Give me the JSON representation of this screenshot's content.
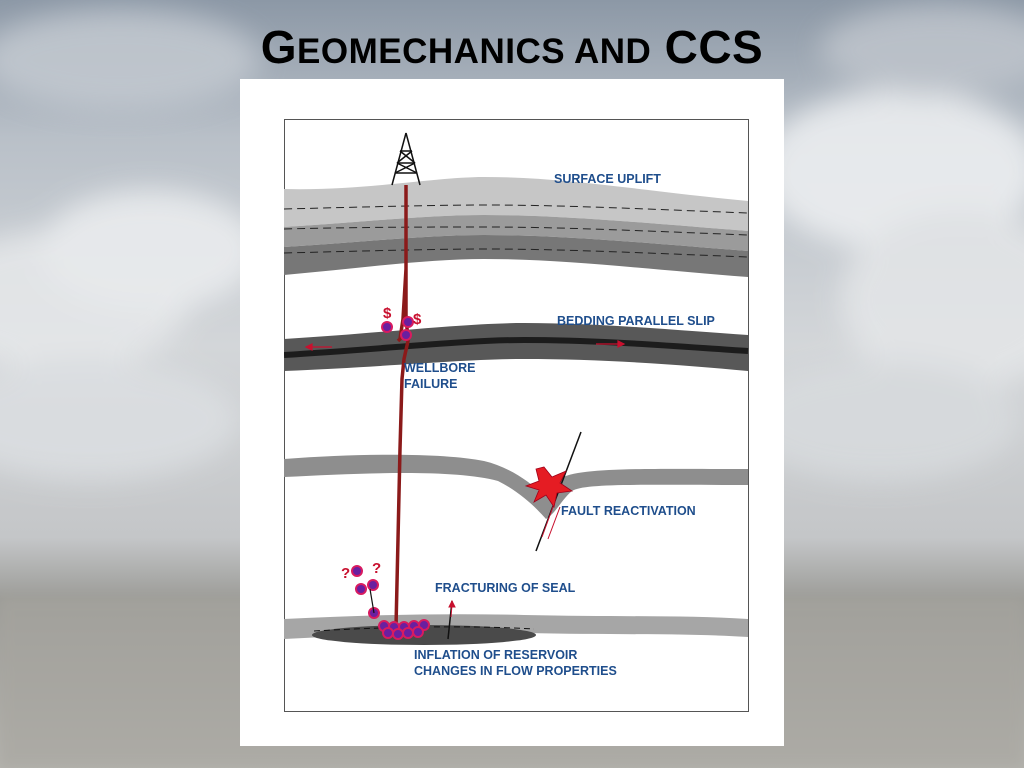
{
  "title": {
    "first_letter": "G",
    "rest": "EOMECHANICS AND",
    "acronym": "CCS"
  },
  "labels": {
    "surface_uplift": "SURFACE UPLIFT",
    "bedding_parallel_slip": "BEDDING PARALLEL SLIP",
    "wellbore_line1": "WELLBORE",
    "wellbore_line2": "FAILURE",
    "fault_reactivation": "FAULT REACTIVATION",
    "fracturing_of_seal": "FRACTURING OF SEAL",
    "inflation_line1": "INFLATION OF RESERVOIR",
    "inflation_line2": "CHANGES IN FLOW PROPERTIES",
    "dollar_left": "$",
    "dollar_right": "$",
    "question_left": "?",
    "question_right": "?"
  },
  "colors": {
    "label_blue": "#1f4e8c",
    "well_red": "#8b1a1a",
    "co2_bubble_fill": "#6a1fa0",
    "co2_bubble_ring": "#d81b60",
    "accent_red": "#c8102e",
    "layer_light": "#c4c4c4",
    "layer_mid": "#9a9a9a",
    "layer_dark": "#707070",
    "layer_darkest": "#3a3a3a"
  }
}
